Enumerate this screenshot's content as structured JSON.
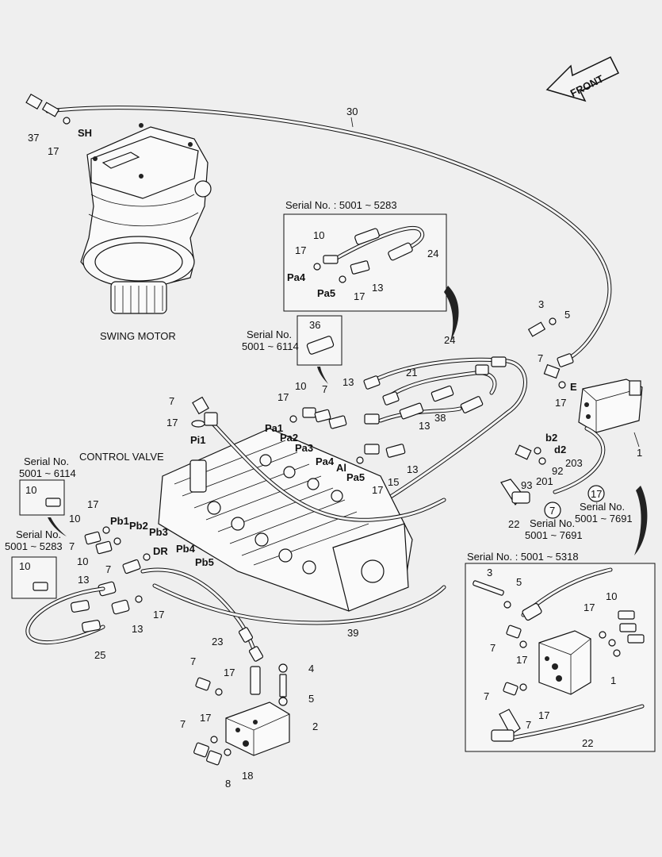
{
  "front_label": "FRONT",
  "titles": {
    "swing_motor": "SWING MOTOR",
    "control_valve": "CONTROL VALVE"
  },
  "serial_notes": {
    "s_5001_5283_top_line1": "Serial No. : 5001 ~ 5283",
    "s_6114_mid_line1": "Serial No.",
    "s_6114_mid_line2": "5001 ~ 6114",
    "s_6114_left_line1": "Serial No.",
    "s_6114_left_line2": "5001 ~ 6114",
    "s_5283_left_line1": "Serial No.",
    "s_5283_left_line2": "5001 ~ 5283",
    "s_7691_a_line1": "Serial No.",
    "s_7691_a_line2": "5001 ~ 7691",
    "s_7691_b_line1": "Serial No.",
    "s_7691_b_line2": "5001 ~ 7691",
    "s_5318_line1": "Serial No. : 5001 ~ 5318"
  },
  "port_labels": {
    "SH": "SH",
    "E": "E",
    "Pi1": "Pi1",
    "Pa1": "Pa1",
    "Pa2": "Pa2",
    "Pa3": "Pa3",
    "Pa4": "Pa4",
    "Pa5": "Pa5",
    "Al": "Al",
    "Pb1": "Pb1",
    "Pb2": "Pb2",
    "Pb3": "Pb3",
    "Pb4": "Pb4",
    "Pb5": "Pb5",
    "DR": "DR",
    "b2": "b2",
    "d2": "d2",
    "inset_Pa4": "Pa4",
    "inset_Pa5": "Pa5"
  },
  "callouts": {
    "c30": "30",
    "c37": "37",
    "c17_sm": "17",
    "c3_top": "3",
    "c5_top": "5",
    "c7_top": "7",
    "c17_top": "17",
    "in_10": "10",
    "in_17a": "17",
    "in_24": "24",
    "in_13": "13",
    "in_17b": "17",
    "c36": "36",
    "c24": "24",
    "c21": "21",
    "c38": "38",
    "c13_a": "13",
    "c13_b": "13",
    "c17_cv": "17",
    "c10_cv": "10",
    "c7_cv": "7",
    "c7_pi": "7",
    "c17_pi": "17",
    "c13_r": "13",
    "c15": "15",
    "c17_r": "17",
    "c1": "1",
    "c203": "203",
    "c92": "92",
    "c201": "201",
    "c93": "93",
    "c17_circ": "17",
    "c7_circ": "7",
    "c22": "22",
    "c10_ls": "10",
    "c17_ls": "17",
    "c10_l": "10",
    "c7_l1": "7",
    "c10_ls2": "10",
    "c10_l2": "10",
    "c7_l2": "7",
    "c13_l": "13",
    "c17_l": "17",
    "c13_l2": "13",
    "c25": "25",
    "c23": "23",
    "c39": "39",
    "c7_b1": "7",
    "c17_b1": "17",
    "c4": "4",
    "c5_b": "5",
    "c2": "2",
    "c7_b2": "7",
    "c17_b2": "17",
    "c8": "8",
    "c18": "18",
    "r_3": "3",
    "r_5": "5",
    "r_10": "10",
    "r_7a": "7",
    "r_17a": "17",
    "r_17b": "17",
    "r_1": "1",
    "r_7b": "7",
    "r_7c": "7",
    "r_17c": "17",
    "r_22": "22"
  }
}
